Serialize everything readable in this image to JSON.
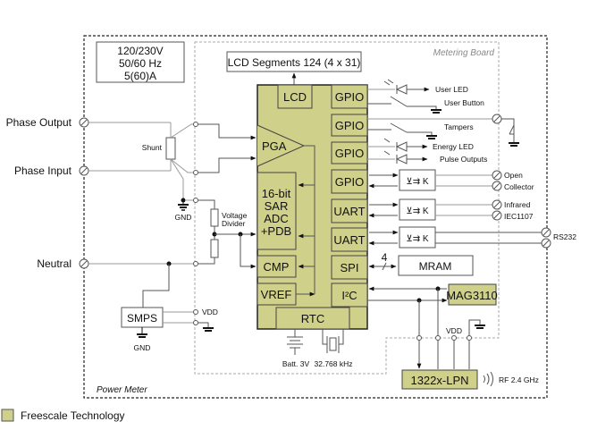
{
  "spec_box": {
    "line1": "120/230V",
    "line2": "50/60 Hz",
    "line3": "5(60)A"
  },
  "regions": {
    "power_meter": "Power Meter",
    "metering_board": "Metering Board"
  },
  "lcd_segments": "LCD Segments 124 (4 x 31)",
  "inputs": {
    "phase_output": "Phase Output",
    "phase_input": "Phase Input",
    "neutral": "Neutral"
  },
  "components": {
    "shunt": "Shunt",
    "gnd": "GND",
    "voltage_divider_1": "Voltage",
    "voltage_divider_2": "Divider",
    "smps": "SMPS",
    "vdd": "VDD",
    "battery": "Batt. 3V",
    "crystal": "32.768 kHz",
    "mram": "MRAM",
    "mag": "MAG3110",
    "lpn": "1322x-LPN",
    "rf": "RF 2.4 GHz",
    "spi_bus_width": "4"
  },
  "mcu": {
    "lcd": "LCD",
    "gpio": "GPIO",
    "pga": "PGA",
    "adc_1": "16-bit",
    "adc_2": "SAR",
    "adc_3": "ADC",
    "adc_4": "+PDB",
    "cmp": "CMP",
    "vref": "VREF",
    "uart": "UART",
    "spi": "SPI",
    "i2c": "I²C",
    "rtc": "RTC"
  },
  "outputs": {
    "user_led": "User LED",
    "user_button": "User Button",
    "tampers": "Tampers",
    "energy_led": "Energy LED",
    "pulse_outputs": "Pulse Outputs",
    "open": "Open",
    "collector": "Collector",
    "infrared": "Infrared",
    "iec1107": "IEC1107",
    "rs232": "RS232"
  },
  "legend": {
    "label": "Freescale Technology",
    "color": "#cfd08a"
  }
}
